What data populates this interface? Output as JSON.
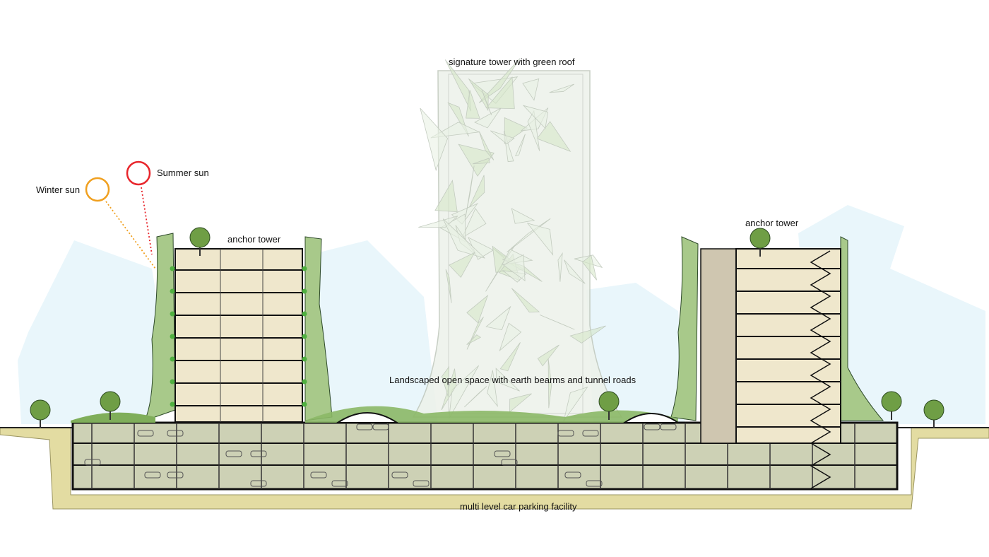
{
  "labels": {
    "signature_tower": "signature tower with green roof",
    "summer_sun": "Summer sun",
    "winter_sun": "Winter sun",
    "anchor_tower_left": "anchor tower",
    "anchor_tower_right": "anchor tower",
    "landscaped": "Landscaped open space with earth bearms and tunnel roads",
    "parking": "multi level car parking facility"
  },
  "colors": {
    "summer_sun": "#e8262c",
    "winter_sun": "#f0a020",
    "floor_fill": "#efe7cc",
    "parking_fill": "#cfd1b8",
    "ground": "#e3dba0",
    "greenery": "#6fa34a",
    "sky": "#e8f5fb"
  }
}
